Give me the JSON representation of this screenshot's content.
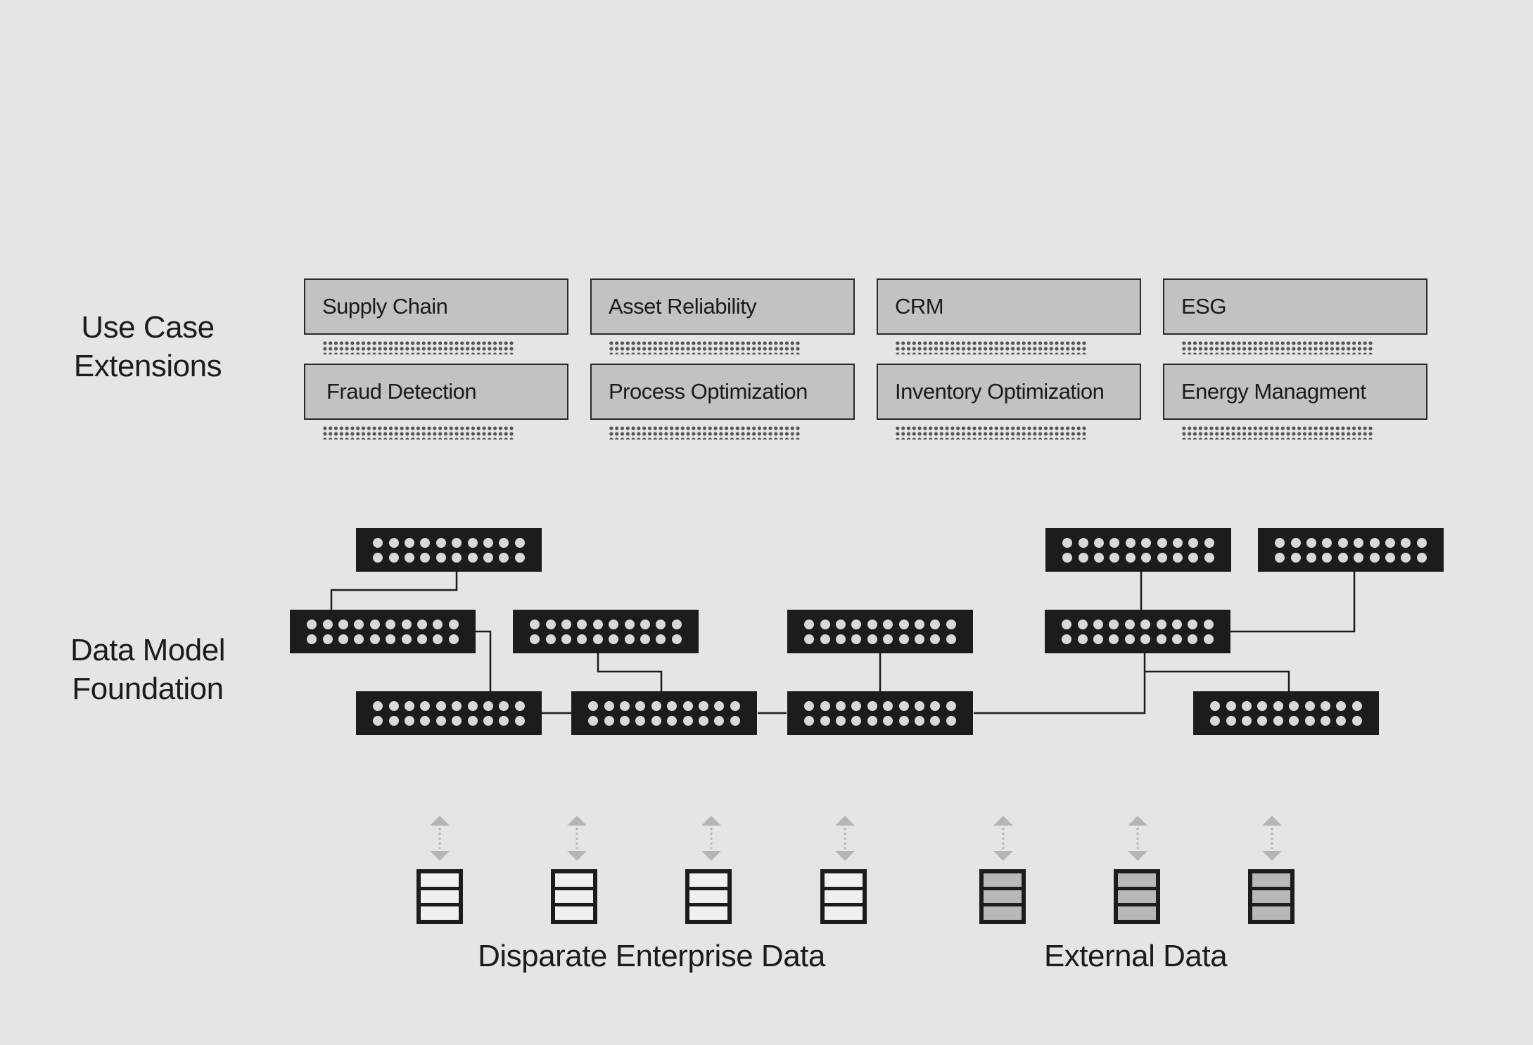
{
  "sections": {
    "use_case": "Use Case\nExtensions",
    "data_model": "Data Model\nFoundation"
  },
  "use_cases": {
    "row1": [
      "Supply Chain",
      "Asset Reliability",
      "CRM",
      "ESG"
    ],
    "row2": [
      "Fraud Detection",
      "Process Optimization",
      "Inventory Optimization",
      "Energy Managment"
    ]
  },
  "data_sources": {
    "enterprise_label": "Disparate Enterprise Data",
    "external_label": "External Data",
    "enterprise_count": 4,
    "external_count": 3
  },
  "colors": {
    "background": "#e5e5e5",
    "card_fill": "#c2c2c2",
    "server_fill": "#1c1c1c",
    "arrow": "#b5b5b5"
  },
  "icons": [
    "server-icon",
    "database-icon",
    "bidirectional-arrow-icon"
  ]
}
